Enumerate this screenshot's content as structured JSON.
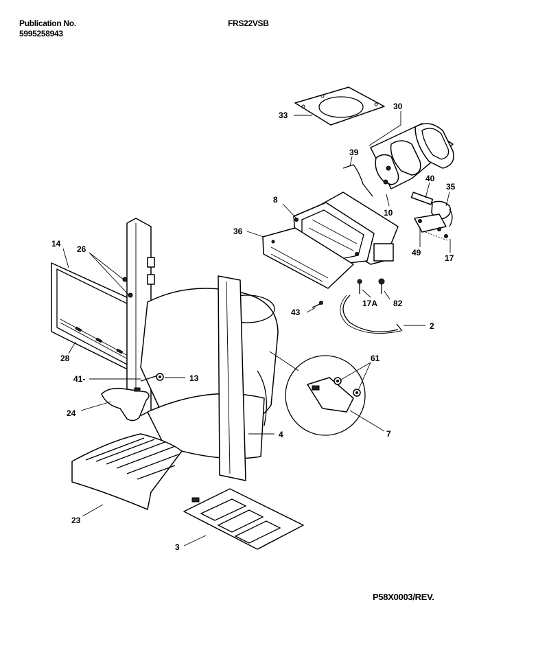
{
  "header": {
    "publication_label": "Publication No.",
    "publication_number": "5995258943",
    "model": "FRS22VSB"
  },
  "footer": {
    "reference": "P58X0003/REV."
  },
  "callouts": {
    "c33": "33",
    "c30": "30",
    "c39": "39",
    "c40": "40",
    "c35": "35",
    "c8": "8",
    "c10": "10",
    "c36": "36",
    "c49": "49",
    "c17": "17",
    "c14": "14",
    "c26": "26",
    "c17a": "17A",
    "c82": "82",
    "c43": "43",
    "c2": "2",
    "c28": "28",
    "c61": "61",
    "c41": "41-",
    "c13": "13",
    "c24": "24",
    "c7": "7",
    "c4": "4",
    "c23": "23",
    "c3": "3"
  }
}
